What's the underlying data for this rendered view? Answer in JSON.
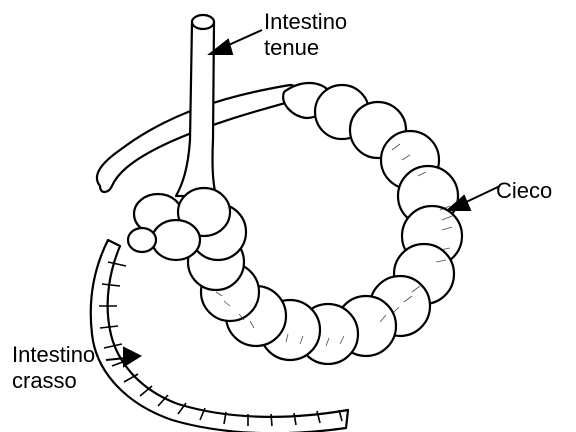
{
  "labels": {
    "small_intestine": {
      "line1": "Intestino",
      "line2": "tenue"
    },
    "cecum": {
      "line1": "Cieco"
    },
    "large_intestine": {
      "line1": "Intestino",
      "line2": "crasso"
    }
  },
  "colors": {
    "ink": "#000000",
    "background": "#ffffff"
  }
}
